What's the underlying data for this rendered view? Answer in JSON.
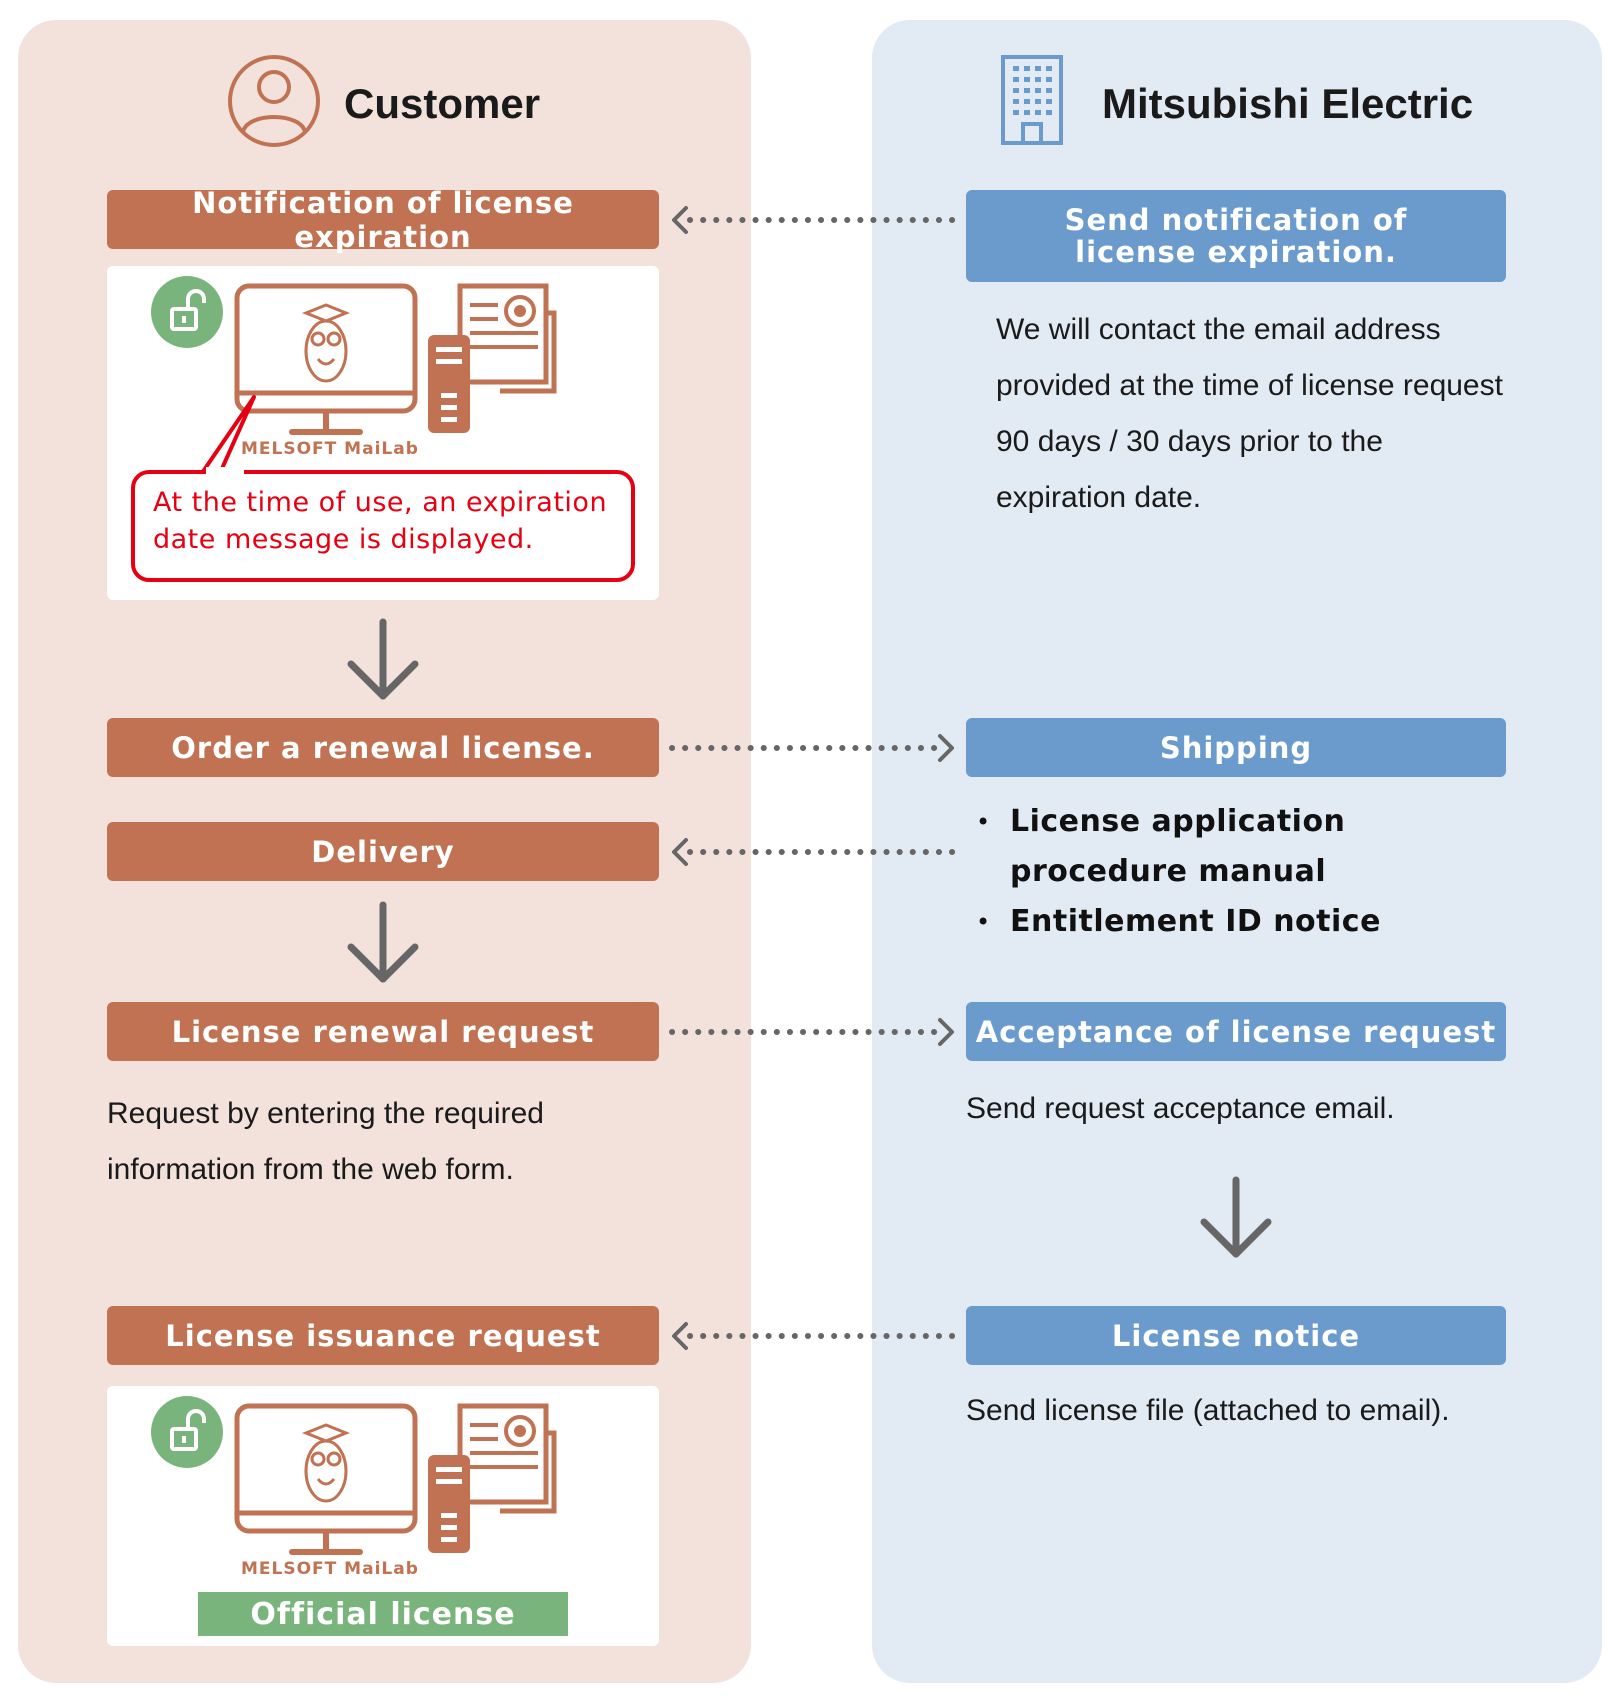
{
  "customer": {
    "title": "Customer",
    "steps": {
      "notification": "Notification of license expiration",
      "order": "Order a renewal license.",
      "delivery": "Delivery",
      "renewal_request": "License renewal request",
      "issuance_request": "License issuance request"
    },
    "bubble_text": "At the time of use, an expiration date message is displayed.",
    "software_label": "MELSOFT MaiLab",
    "renewal_request_description": "Request by entering the required information from the web form.",
    "official_license_label": "Official license"
  },
  "mitsubishi": {
    "title": "Mitsubishi Electric",
    "steps": {
      "send_notification": "Send notification of license expiration.",
      "shipping": "Shipping",
      "acceptance": "Acceptance of license request",
      "license_notice": "License notice"
    },
    "notification_description": "We will contact the email address provided at the time of license request 90 days / 30 days prior to the expiration date.",
    "shipping_items": [
      "License application procedure manual",
      "Entitlement ID notice"
    ],
    "acceptance_description": "Send request acceptance email.",
    "license_notice_description": "Send license file (attached to email)."
  },
  "colors": {
    "customer_panel": "#f3e2dc",
    "customer_box": "#c07252",
    "mitsubishi_panel": "#e2eaf4",
    "mitsubishi_box": "#6b9bcc",
    "bubble": "#e60012",
    "lock": "#7ab47d",
    "arrow": "#666666"
  }
}
